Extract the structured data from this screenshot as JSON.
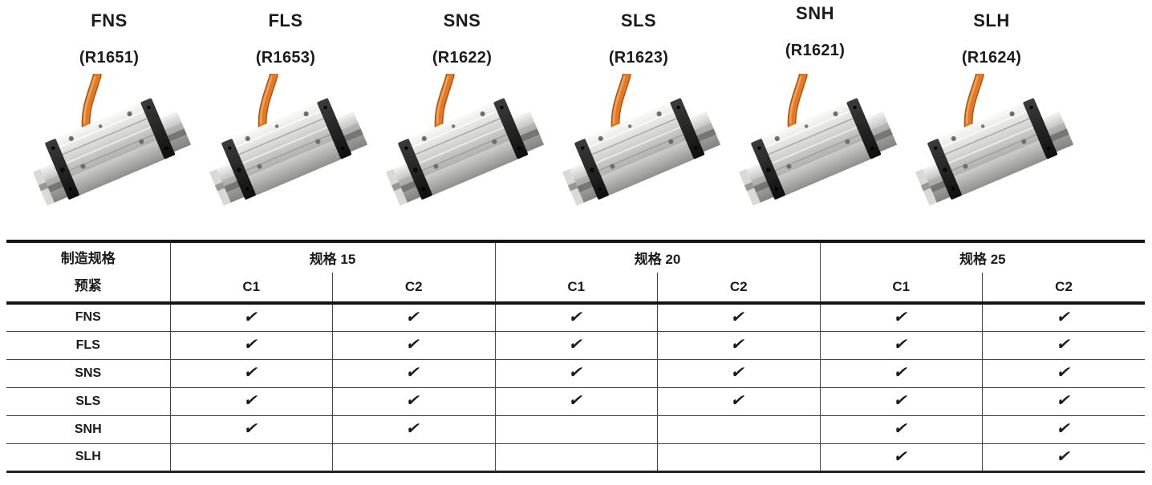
{
  "page": {
    "background": "#ffffff",
    "text_color": "#1b1b1b"
  },
  "products": [
    {
      "name": "FNS",
      "code": "(R1651)"
    },
    {
      "name": "FLS",
      "code": "(R1653)"
    },
    {
      "name": "SNS",
      "code": "(R1622)"
    },
    {
      "name": "SLS",
      "code": "(R1623)"
    },
    {
      "name": "SNH",
      "code": "(R1621)"
    },
    {
      "name": "SLH",
      "code": "(R1624)"
    }
  ],
  "illustration": {
    "subject": "linear-guide-runner-block-on-rail",
    "cable_color": "#E07A28",
    "cable_highlight": "#F3A055",
    "cable_shadow": "#AD5514",
    "metal_light": "#F2F2F0",
    "metal_mid": "#C6C6C4",
    "metal_dark": "#8E8E8C",
    "end_cap_color": "#1F1F1F"
  },
  "table": {
    "header": {
      "col1_line1": "制造规格",
      "col1_line2": "预紧",
      "groups": [
        {
          "label": "规格 15"
        },
        {
          "label": "规格 20"
        },
        {
          "label": "规格 25"
        }
      ],
      "sub": [
        "C1",
        "C2",
        "C1",
        "C2",
        "C1",
        "C2"
      ]
    },
    "check_glyph": "✔",
    "rows": [
      {
        "label": "FNS",
        "checks": [
          "✔",
          "✔",
          "✔",
          "✔",
          "✔",
          "✔"
        ]
      },
      {
        "label": "FLS",
        "checks": [
          "✔",
          "✔",
          "✔",
          "✔",
          "✔",
          "✔"
        ]
      },
      {
        "label": "SNS",
        "checks": [
          "✔",
          "✔",
          "✔",
          "✔",
          "✔",
          "✔"
        ]
      },
      {
        "label": "SLS",
        "checks": [
          "✔",
          "✔",
          "✔",
          "✔",
          "✔",
          "✔"
        ]
      },
      {
        "label": "SNH",
        "checks": [
          "✔",
          "✔",
          "",
          "",
          "✔",
          "✔"
        ]
      },
      {
        "label": "SLH",
        "checks": [
          "",
          "",
          "",
          "",
          "✔",
          "✔"
        ]
      }
    ]
  }
}
